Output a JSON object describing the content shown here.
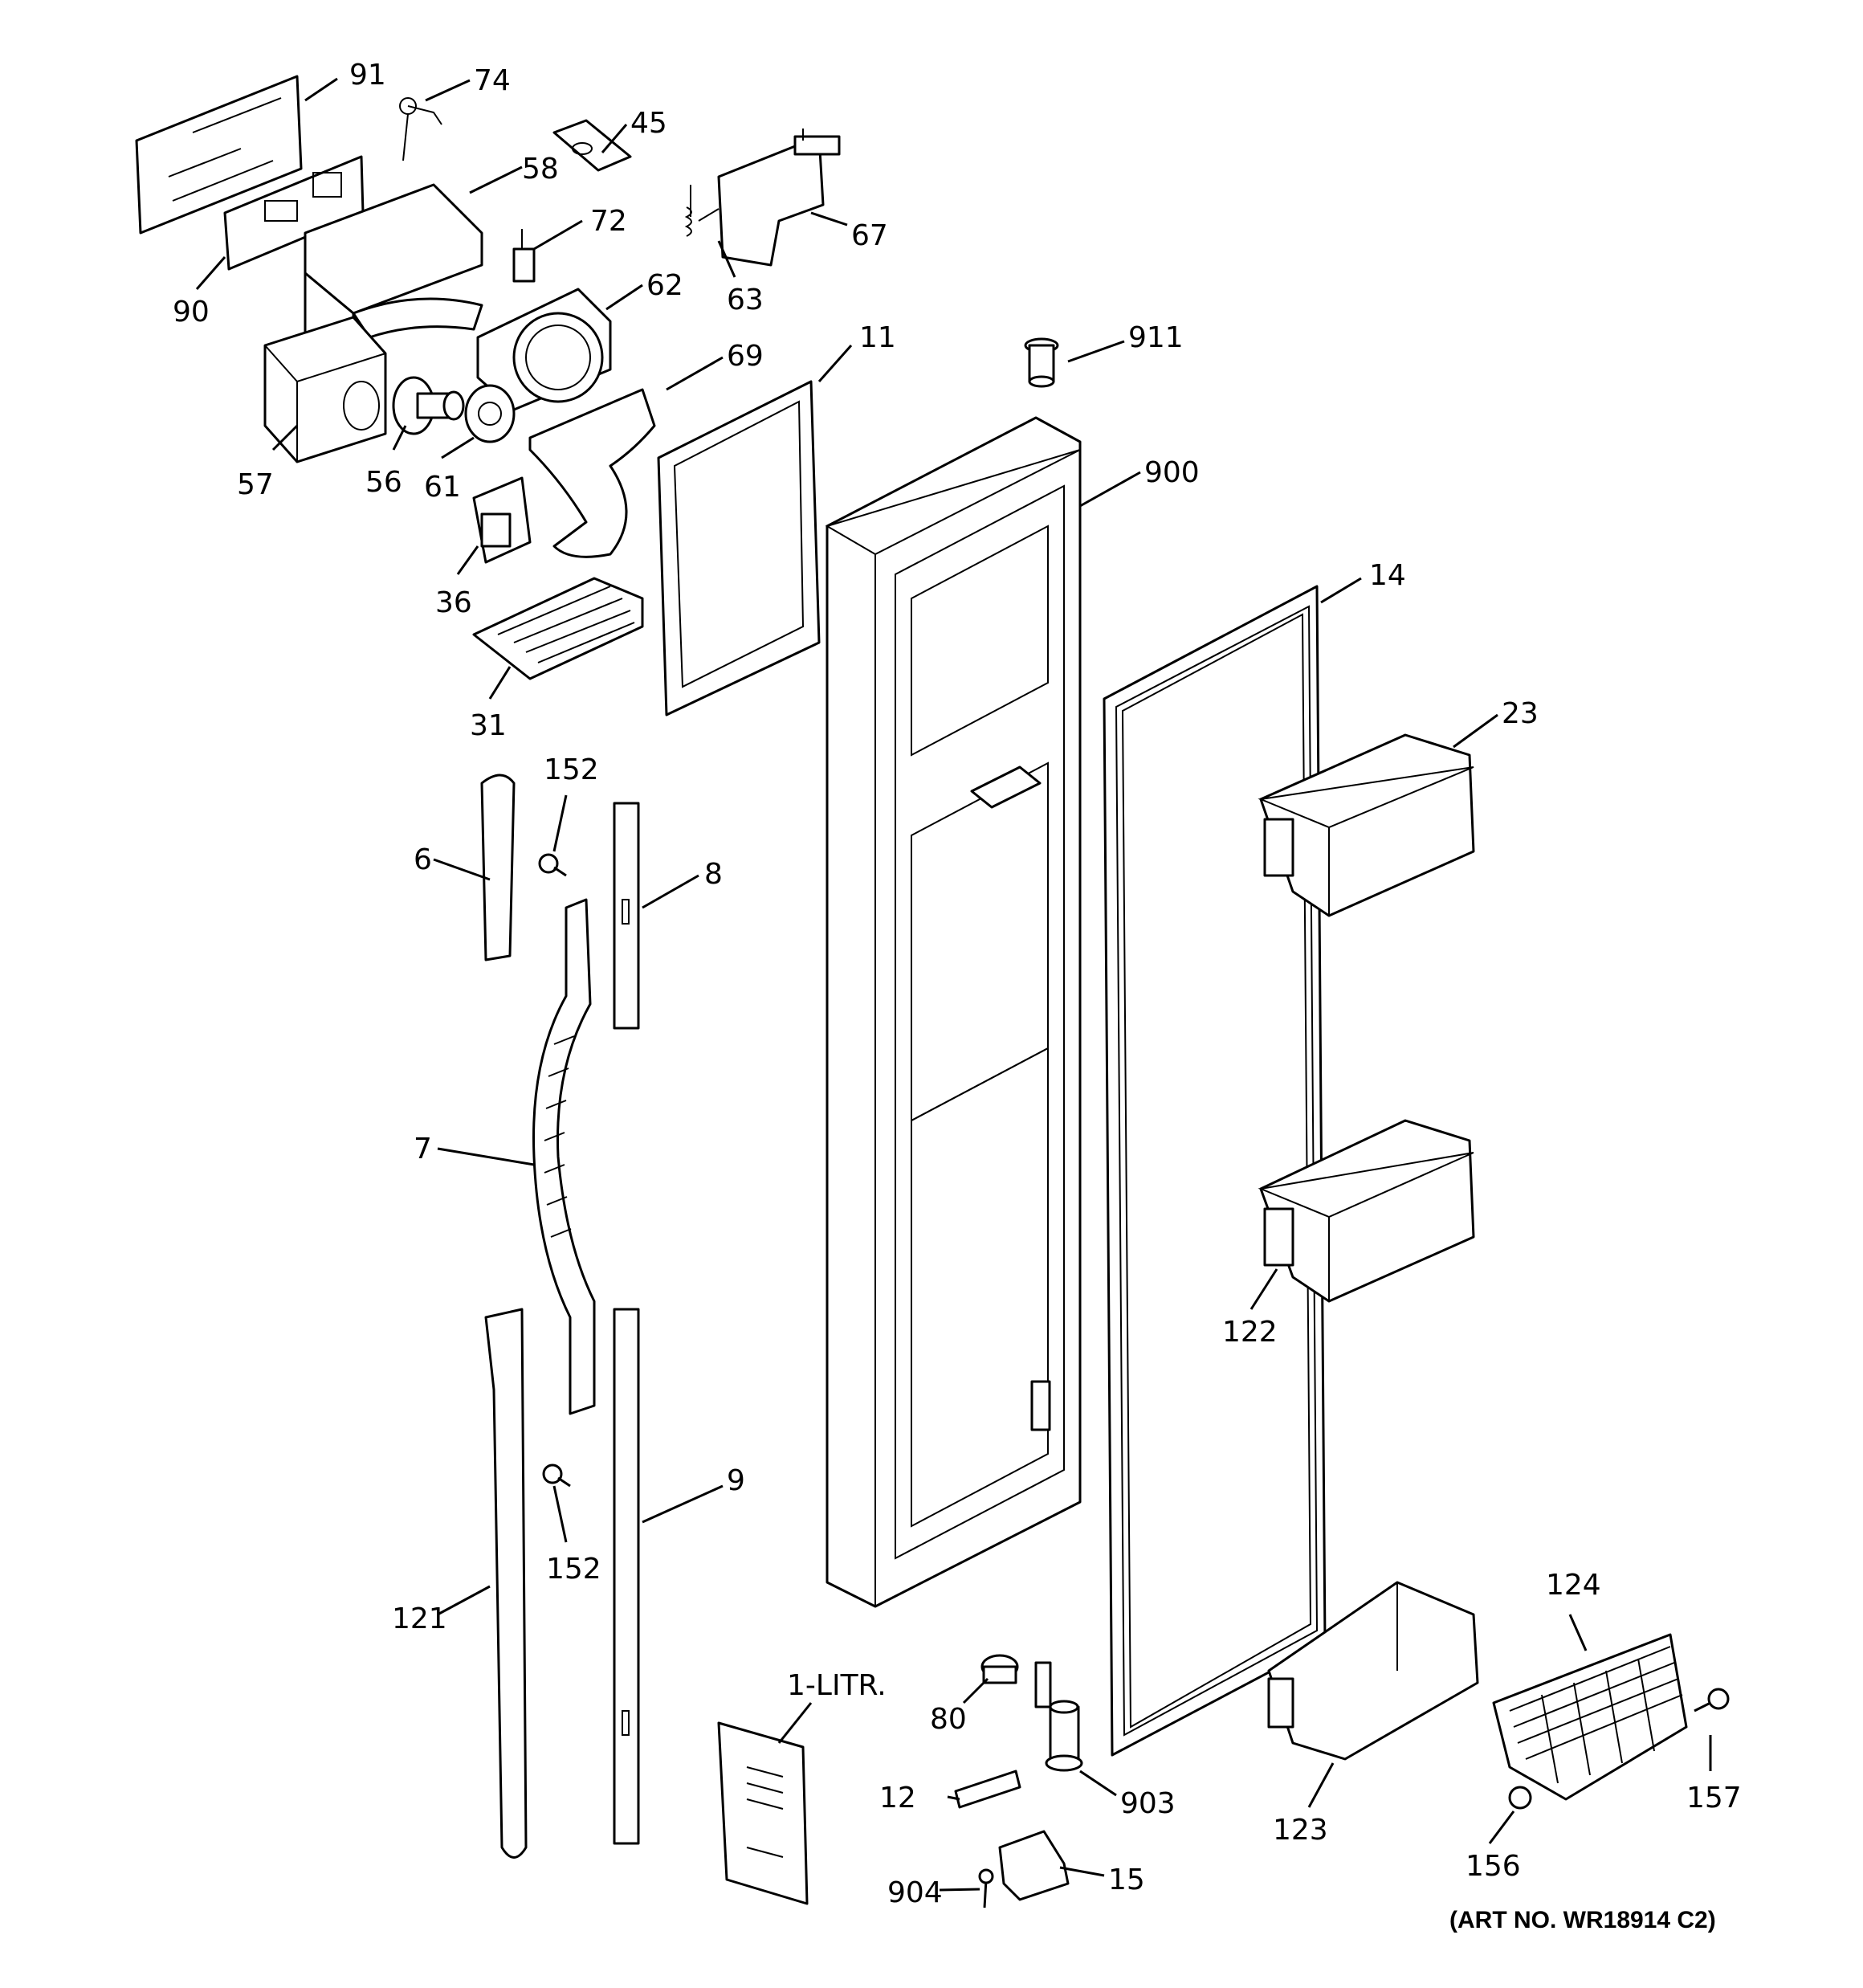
{
  "parts": [
    {
      "id": "p91",
      "label": "91"
    },
    {
      "id": "p74",
      "label": "74"
    },
    {
      "id": "p45",
      "label": "45"
    },
    {
      "id": "p58",
      "label": "58"
    },
    {
      "id": "p72",
      "label": "72"
    },
    {
      "id": "p67",
      "label": "67"
    },
    {
      "id": "p63",
      "label": "63"
    },
    {
      "id": "p90",
      "label": "90"
    },
    {
      "id": "p62",
      "label": "62"
    },
    {
      "id": "p911",
      "label": "911"
    },
    {
      "id": "p11",
      "label": "11"
    },
    {
      "id": "p69",
      "label": "69"
    },
    {
      "id": "p57",
      "label": "57"
    },
    {
      "id": "p56",
      "label": "56"
    },
    {
      "id": "p61",
      "label": "61"
    },
    {
      "id": "p900",
      "label": "900"
    },
    {
      "id": "p36",
      "label": "36"
    },
    {
      "id": "p14",
      "label": "14"
    },
    {
      "id": "p31",
      "label": "31"
    },
    {
      "id": "p23",
      "label": "23"
    },
    {
      "id": "p152a",
      "label": "152"
    },
    {
      "id": "p6",
      "label": "6"
    },
    {
      "id": "p8",
      "label": "8"
    },
    {
      "id": "p7",
      "label": "7"
    },
    {
      "id": "p122",
      "label": "122"
    },
    {
      "id": "p9",
      "label": "9"
    },
    {
      "id": "p152b",
      "label": "152"
    },
    {
      "id": "p121",
      "label": "121"
    },
    {
      "id": "p124",
      "label": "124"
    },
    {
      "id": "p1litr",
      "label": "1-LITR."
    },
    {
      "id": "p80",
      "label": "80"
    },
    {
      "id": "p12",
      "label": "12"
    },
    {
      "id": "p903",
      "label": "903"
    },
    {
      "id": "p123",
      "label": "123"
    },
    {
      "id": "p157",
      "label": "157"
    },
    {
      "id": "p156",
      "label": "156"
    },
    {
      "id": "p15",
      "label": "15"
    },
    {
      "id": "p904",
      "label": "904"
    }
  ],
  "caption": "(ART NO. WR18914 C2)"
}
